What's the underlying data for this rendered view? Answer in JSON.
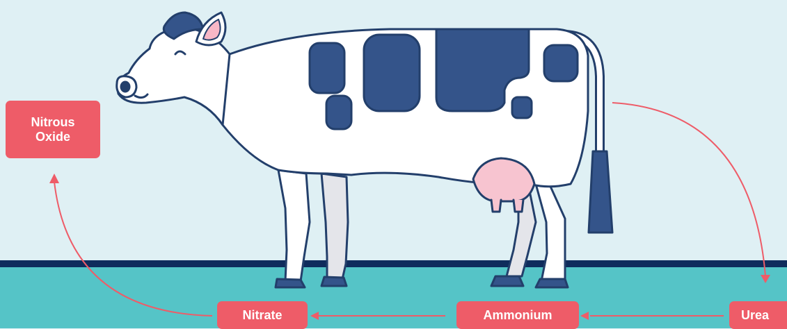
{
  "diagram": {
    "labels": {
      "nitrous_oxide": "Nitrous\nOxide",
      "nitrate": "Nitrate",
      "ammonium": "Ammonium",
      "urea": "Urea"
    }
  },
  "colors": {
    "sky": "#dff0f4",
    "ground": "#55c4c7",
    "ground_line": "#0f2c5c",
    "outline": "#233f6b",
    "spots": "#34548a",
    "udder": "#f7c4d0",
    "ear_inner": "#f7b7c6",
    "legs_shade": "#e4e5ea",
    "label_bg": "#ee5c68",
    "arrow": "#ee5c68"
  }
}
